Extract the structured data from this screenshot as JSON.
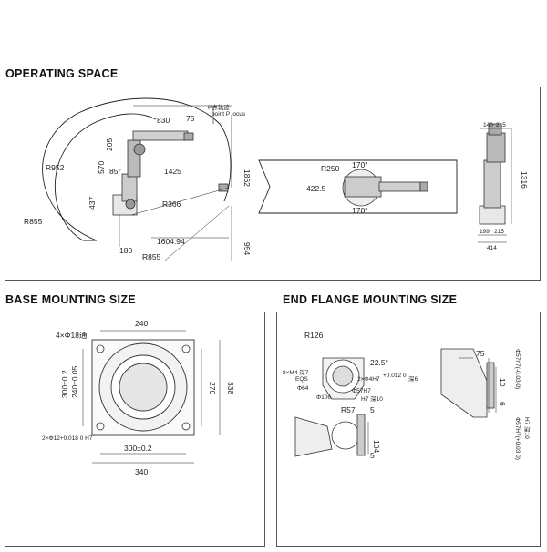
{
  "sections": {
    "operating_space": "OPERATING SPACE",
    "base_mounting": "BASE MOUNTING SIZE",
    "end_flange": "END FLANGE MOUNTING SIZE"
  },
  "operating": {
    "p_point": "P点轨迹",
    "p_locus": "point P locus",
    "d830": "830",
    "d75": "75",
    "d205": "205",
    "d570": "570",
    "d1425": "1425",
    "d1862": "1862",
    "r952": "R952",
    "a85": "85°",
    "d437": "437",
    "r855_left": "R855",
    "r366": "R366",
    "d180": "180",
    "d1604": "1604.94",
    "d954": "954",
    "r855_bottom": "R855",
    "r250": "R250",
    "a170_top": "170°",
    "d422": "422.5",
    "a170_bottom": "170°",
    "d140": "140",
    "d215_top": "215",
    "d1316": "1316",
    "d199": "199",
    "d215_bottom": "215",
    "d414": "414"
  },
  "base": {
    "holes4": "4×Φ18通",
    "d240": "240",
    "d300v": "300±0.2",
    "d240v": "240±0.05",
    "d270": "270",
    "d338": "338",
    "pins": "2×Φ12+0.018 0 H7",
    "d300h": "300±0.2",
    "d340": "340"
  },
  "flange": {
    "r126": "R126",
    "a225": "22.5°",
    "holes8": "8×M4 深7",
    "eqs": "EQS",
    "d64": "Φ64",
    "holes2": "2×Φ4H7",
    "tol": "+0.012 0",
    "deep6": "深6",
    "d57h7": "Φ57H7",
    "d106": "Φ106",
    "h7deep10": "H7 深10",
    "d75": "75",
    "d10": "10",
    "d6": "6",
    "d57h7v": "Φ57h7(-0.03 0)",
    "d5a": "5",
    "r57": "R57",
    "d5b": "5",
    "d104": "104",
    "d57h7_2": "Φ57H7(+0.03 0)",
    "h7deep10b": "H7 深10"
  }
}
